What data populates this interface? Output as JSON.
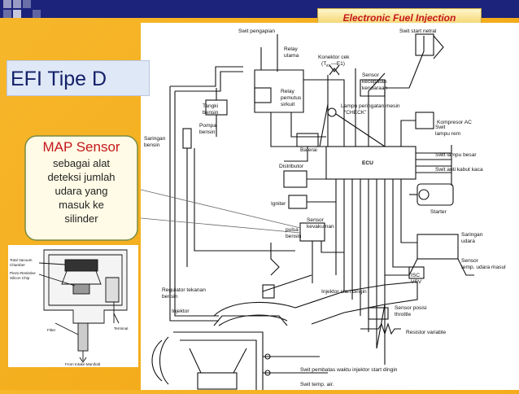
{
  "slide": {
    "title": "Electronic Fuel Injection",
    "subtitle": "EFI Tipe D"
  },
  "callout": {
    "title": "MAP Sensor",
    "lines": [
      "sebagai alat",
      "deteksi jumlah",
      "udara yang",
      "masuk ke",
      "silinder"
    ]
  },
  "diagram_labels": {
    "switch_ignition": "Swit pengapian",
    "switch_start_neutral": "Swit start netral",
    "relay_main_1": "Relay",
    "relay_main_2": "utama",
    "check_connector": "Konektor cek",
    "check_terminals": "(T",
    "check_terminals_sub": "E1",
    "check_terminals_end": "—E1)",
    "speed_sensor_1": "Sensor",
    "speed_sensor_2": "kecepatan",
    "speed_sensor_3": "kendaraan",
    "circuit_relay_1": "Relay",
    "circuit_relay_2": "pemutus",
    "circuit_relay_3": "sirkuit",
    "fuel_tank_1": "Tangki",
    "fuel_tank_2": "bensin",
    "fuel_pump_1": "Pompa",
    "fuel_pump_2": "bensin",
    "check_lamp_1": "Lampu peringatan mesin",
    "check_lamp_2": "“CHECK”",
    "ac_compressor": "Kompresor AC",
    "fuel_filter_1": "Saringan",
    "fuel_filter_2": "bensin",
    "battery": "Baterai",
    "ecu": "ECU",
    "brake_lamp_switch_1": "Swit",
    "brake_lamp_switch_2": "lampu rem",
    "headlamp_switch": "Swit lampu besar",
    "rear_defog_switch": "Swit anti kabut kaca",
    "distributor": "Distributor",
    "igniter": "Igniter",
    "starter": "Starter",
    "pulsation_damper_1": "pulsa",
    "pulsation_damper_2": "bensin",
    "vacuum_sensor_1": "Sensor",
    "vacuum_sensor_2": "kevakuman",
    "air_filter_1": "Saringan",
    "air_filter_2": "udara",
    "intake_temp_sensor_1": "Sensor",
    "intake_temp_sensor_2": "temp. udara masul",
    "isc_vsv_1": "ISC",
    "isc_vsv_2": "VSV",
    "pressure_regulator_1": "Regulator tekanan",
    "pressure_regulator_2": "bensin",
    "injector": "Injektor",
    "cold_start_injector": "Injektor start dingin",
    "throttle_sensor_1": "Sensor posisi",
    "throttle_sensor_2": "throttle",
    "variable_resistor": "Resistor variable",
    "start_injector_time_switch": "Swit pembatas waktu injektor start dingin",
    "water_temp_switch": "Swit temp. air."
  },
  "inset_labels": {
    "vacuum_chamber_1": "Total Vacuum",
    "vacuum_chamber_2": "Chamber",
    "silicon_chip_1": "Piezo-Resistive",
    "silicon_chip_2": "Silicon Chip",
    "filter": "Filter",
    "terminal": "Terminal",
    "intake_manifold": "From Intake Manifold"
  },
  "colors": {
    "top_bar": "#1b237a",
    "background": "#f4ad1c",
    "title_text": "#c4171a",
    "subtitle_box": "#dfe8f6",
    "subtitle_text": "#14206a",
    "callout_fill": "#fffbe6",
    "callout_border": "#7b8a43"
  }
}
